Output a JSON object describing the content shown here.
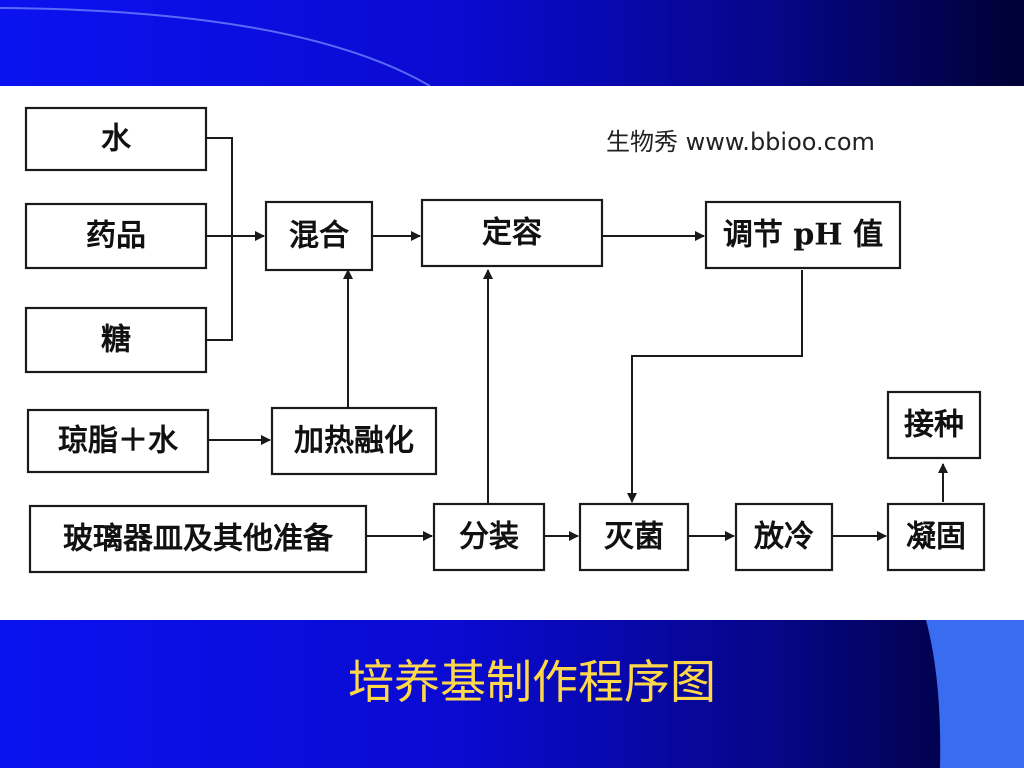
{
  "watermark": "生物秀 www.bbioo.com",
  "title": "培养基制作程序图",
  "nodes": {
    "water": "水",
    "drug": "药品",
    "sugar": "糖",
    "mix": "混合",
    "dingrong": "定容",
    "ph": "调节 pH 值",
    "agar": "琼脂＋水",
    "heat": "加热融化",
    "glass": "玻璃器皿及其他准备",
    "dispense": "分装",
    "sterilize": "灭菌",
    "cool": "放冷",
    "solidify": "凝固",
    "inoculate": "接种"
  },
  "edges": [
    [
      "水",
      "混合"
    ],
    [
      "药品",
      "混合"
    ],
    [
      "糖",
      "混合"
    ],
    [
      "混合",
      "定容"
    ],
    [
      "定容",
      "调节 pH 值"
    ],
    [
      "琼脂＋水",
      "加热融化"
    ],
    [
      "加热融化",
      "混合"
    ],
    [
      "玻璃器皿及其他准备",
      "分装"
    ],
    [
      "分装",
      "定容"
    ],
    [
      "调节 pH 值",
      "灭菌"
    ],
    [
      "分装",
      "灭菌"
    ],
    [
      "灭菌",
      "放冷"
    ],
    [
      "放冷",
      "凝固"
    ],
    [
      "凝固",
      "接种"
    ]
  ],
  "colors": {
    "title": "#ffd84a",
    "accent": "#3a6cf0"
  }
}
